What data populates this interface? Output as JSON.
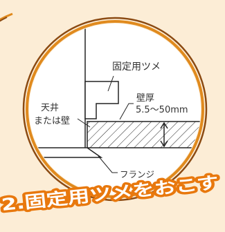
{
  "labels": {
    "fixing_claw": "固定用ツメ",
    "ceiling_line1": "天井",
    "ceiling_line2": "または壁",
    "wall_thickness_line1": "壁厚",
    "wall_thickness_line2": "5.5～50mm",
    "flange": "フランジ"
  },
  "caption": "2.固定用ツメをおこす",
  "colors": {
    "background": "#fcedd6",
    "ring_orange": "#e08a1e",
    "ring_brown": "#8b4a12",
    "caption_stroke": "#e8780d",
    "line": "#222222"
  }
}
